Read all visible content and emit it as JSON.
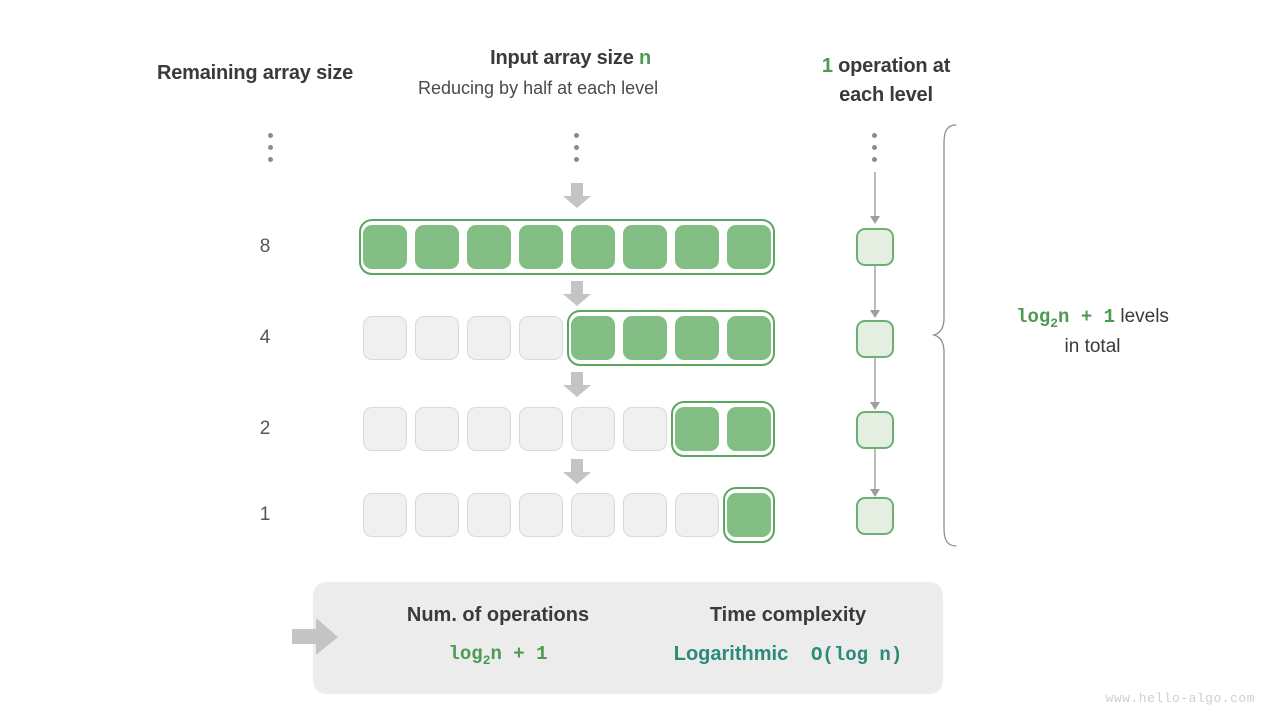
{
  "headers": {
    "left": "Remaining array size",
    "mid_title_prefix": "Input array size ",
    "mid_title_accent": "n",
    "mid_subtitle": "Reducing by half at each level",
    "right_accent": "1",
    "right_line1": " operation at",
    "right_line2": "each level"
  },
  "ellipsis_glyph": "vertical-dots",
  "rows": [
    {
      "label": "8",
      "total_cells": 8,
      "filled_from": 0,
      "filled_count": 8
    },
    {
      "label": "4",
      "total_cells": 8,
      "filled_from": 4,
      "filled_count": 4
    },
    {
      "label": "2",
      "total_cells": 8,
      "filled_from": 6,
      "filled_count": 2
    },
    {
      "label": "1",
      "total_cells": 8,
      "filled_from": 7,
      "filled_count": 1
    }
  ],
  "operations": {
    "box_count": 4,
    "fill_color": "#e4efe1",
    "border_color": "#6cb073"
  },
  "right_caption": {
    "formula_pre": "log",
    "formula_sub": "2",
    "formula_post": "n + 1",
    "text_after": " levels",
    "line2": "in total"
  },
  "summary": {
    "left_title": "Num. of operations",
    "left_formula_pre": "log",
    "left_formula_sub": "2",
    "left_formula_post": "n + 1",
    "right_title": "Time complexity",
    "right_value_label": "Logarithmic",
    "right_value_code": "O(log n)",
    "arrow": "right-arrow-icon"
  },
  "colors": {
    "cell_filled": "#82bd84",
    "cell_empty": "#f0f0f0",
    "accent_green": "#4c9b52",
    "accent_teal": "#2b8a78",
    "arrow_gray": "#c4c4c4",
    "summary_bg": "#ececec"
  },
  "watermark": "www.hello-algo.com"
}
